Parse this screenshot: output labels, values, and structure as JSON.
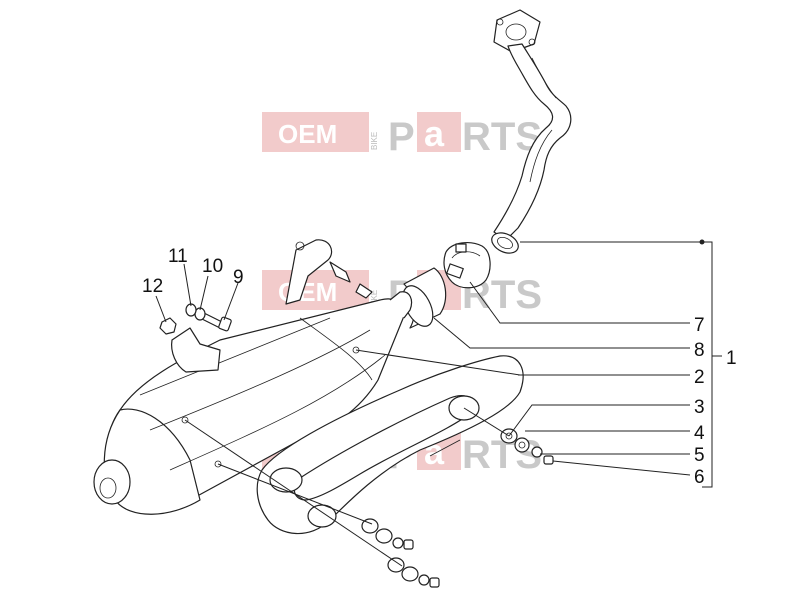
{
  "watermark": {
    "oem": "OEM",
    "bike": "BIKE",
    "parts_p": "P",
    "parts_a": "a",
    "parts_rest": "RTS",
    "color_box": "#e89a9a",
    "color_text": "#c9c9c9"
  },
  "callouts": {
    "c1": "1",
    "c2": "2",
    "c3": "3",
    "c4": "4",
    "c5": "5",
    "c6": "6",
    "c7": "7",
    "c8": "8",
    "c9": "9",
    "c10": "10",
    "c11": "11",
    "c12": "12"
  },
  "parts": [
    {
      "ref": "1",
      "kind": "exhaust-assembly-bracket"
    },
    {
      "ref": "2",
      "kind": "heat-shield"
    },
    {
      "ref": "3",
      "kind": "washer"
    },
    {
      "ref": "4",
      "kind": "spring-washer"
    },
    {
      "ref": "5",
      "kind": "washer"
    },
    {
      "ref": "6",
      "kind": "screw"
    },
    {
      "ref": "7",
      "kind": "clamp"
    },
    {
      "ref": "8",
      "kind": "gasket-sleeve"
    },
    {
      "ref": "9",
      "kind": "bolt"
    },
    {
      "ref": "10",
      "kind": "washer"
    },
    {
      "ref": "11",
      "kind": "washer"
    },
    {
      "ref": "12",
      "kind": "nut"
    }
  ]
}
